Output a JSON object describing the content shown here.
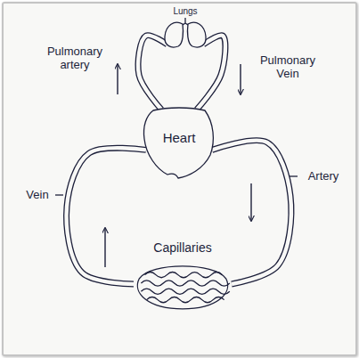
{
  "diagram": {
    "nodes": [
      {
        "text": [
          "Lungs"
        ]
      },
      {
        "text": [
          "Heart"
        ]
      },
      {
        "text": [
          "Capillaries"
        ]
      }
    ],
    "edges": [
      {
        "from": 1,
        "to": 0,
        "arrow": "to",
        "label": "Pulmonary artery"
      },
      {
        "from": 0,
        "to": 1,
        "arrow": "to",
        "label": "Pulmonary Vein"
      },
      {
        "from": 1,
        "to": 2,
        "arrow": "to",
        "label": "Artery"
      },
      {
        "from": 2,
        "to": 1,
        "arrow": "to",
        "label": "Vein"
      }
    ]
  }
}
